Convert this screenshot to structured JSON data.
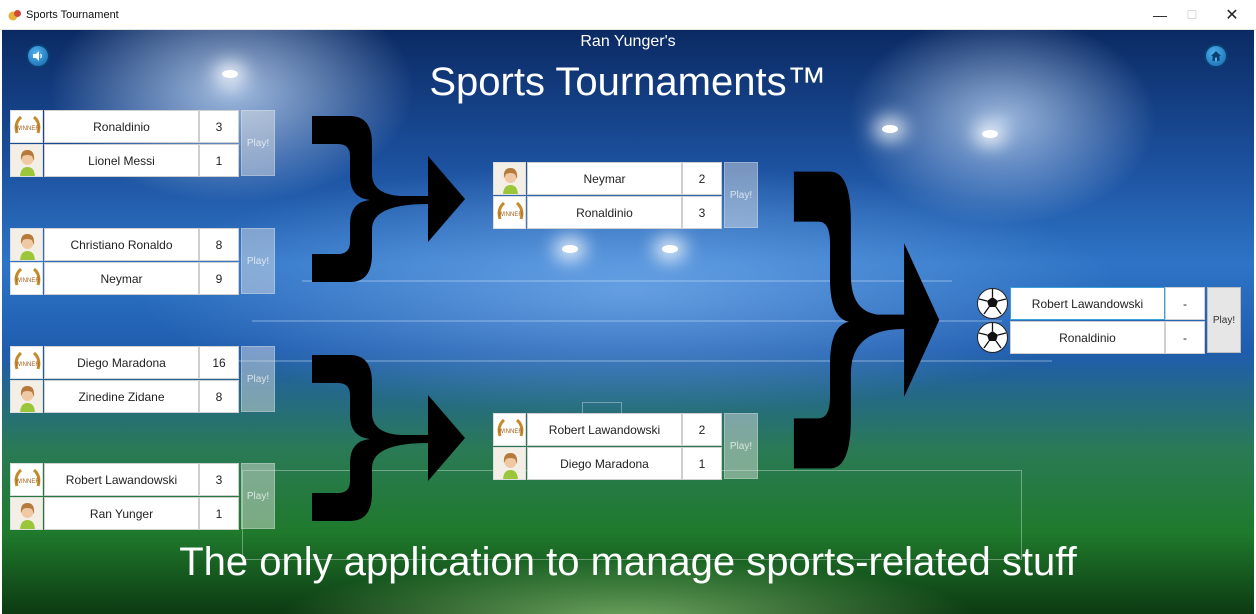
{
  "window": {
    "title": "Sports Tournament",
    "minimize_glyph": "—",
    "maximize_glyph": "☐",
    "close_glyph": "✕"
  },
  "header": {
    "subtitle": "Ran Yunger's",
    "title": "Sports Tournaments™"
  },
  "tagline": "The only application to manage sports-related stuff",
  "controls": {
    "sound_icon": "speaker-icon",
    "home_icon": "home-icon",
    "accent": "#1a75c2"
  },
  "round1": [
    {
      "p1": "Ronaldinio",
      "s1": "3",
      "a1": "winner-badge",
      "p2": "Lionel Messi",
      "s2": "1",
      "a2": "player-avatar",
      "play": "Play!"
    },
    {
      "p1": "Christiano Ronaldo",
      "s1": "8",
      "a1": "player-avatar",
      "p2": "Neymar",
      "s2": "9",
      "a2": "winner-badge",
      "play": "Play!"
    },
    {
      "p1": "Diego Maradona",
      "s1": "16",
      "a1": "winner-badge",
      "p2": "Zinedine Zidane",
      "s2": "8",
      "a2": "player-avatar",
      "play": "Play!"
    },
    {
      "p1": "Robert Lawandowski",
      "s1": "3",
      "a1": "winner-badge",
      "p2": "Ran Yunger",
      "s2": "1",
      "a2": "player-avatar",
      "play": "Play!"
    }
  ],
  "round2": [
    {
      "p1": "Neymar",
      "s1": "2",
      "a1": "player-avatar",
      "p2": "Ronaldinio",
      "s2": "3",
      "a2": "winner-badge",
      "play": "Play!"
    },
    {
      "p1": "Robert Lawandowski",
      "s1": "2",
      "a1": "winner-badge",
      "p2": "Diego Maradona",
      "s2": "1",
      "a2": "player-avatar",
      "play": "Play!"
    }
  ],
  "final": {
    "p1": "Robert Lawandowski",
    "s1": "-",
    "a1": "soccer-ball",
    "p2": "Ronaldinio",
    "s2": "-",
    "a2": "soccer-ball",
    "play": "Play!"
  },
  "winner_badge_text": "WINNER"
}
